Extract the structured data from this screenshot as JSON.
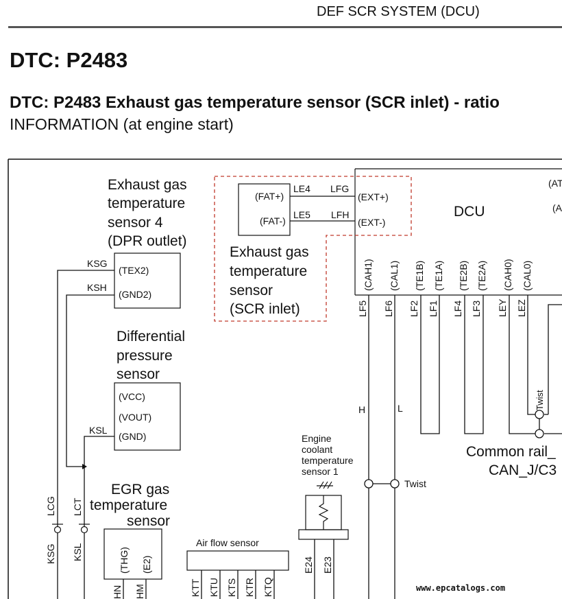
{
  "header": {
    "system": "DEF SCR SYSTEM (DCU)"
  },
  "page": {
    "title": "DTC: P2483",
    "subtitle": "DTC: P2483 Exhaust gas temperature sensor (SCR inlet) - ratio",
    "info": "INFORMATION (at engine start)"
  },
  "dcu": {
    "name": "DCU",
    "edge_labels": [
      "(AT",
      "(A"
    ],
    "pins": [
      {
        "signal": "(CAH1)",
        "wire": "LF5"
      },
      {
        "signal": "(CAL1)",
        "wire": "LF6"
      },
      {
        "signal": "(TE1B)",
        "wire": "LF2"
      },
      {
        "signal": "(TE1A)",
        "wire": "LF1"
      },
      {
        "signal": "(TE2B)",
        "wire": "LF4"
      },
      {
        "signal": "(TE2A)",
        "wire": "LF3"
      },
      {
        "signal": "(CAH0)",
        "wire": "LEY"
      },
      {
        "signal": "(CAL0)",
        "wire": "LEZ"
      }
    ]
  },
  "scr_sensor": {
    "label": [
      "Exhaust gas",
      "temperature",
      "sensor",
      "(SCR inlet)"
    ],
    "pins": [
      "(FAT+)",
      "(FAT-)"
    ],
    "wires_left": [
      "LE4",
      "LE5"
    ],
    "wires_right": [
      "LFG",
      "LFH"
    ],
    "dcu_pins": [
      "(EXT+)",
      "(EXT-)"
    ]
  },
  "sensor4": {
    "label": [
      "Exhaust gas",
      "temperature",
      "sensor 4",
      "(DPR outlet)"
    ],
    "pins": [
      "(TEX2)",
      "(GND2)"
    ],
    "wires": [
      "KSG",
      "KSH"
    ]
  },
  "diff_sensor": {
    "label": [
      "Differential",
      "pressure",
      "sensor"
    ],
    "pins": [
      "(VCC)",
      "(VOUT)",
      "(GND)"
    ],
    "wire": "KSL"
  },
  "egr_sensor": {
    "label": [
      "EGR gas",
      "temperature",
      "sensor"
    ],
    "pins": [
      "(THG)",
      "(E2)"
    ],
    "wires": [
      "HN",
      "HM"
    ]
  },
  "airflow_sensor": {
    "label": "Air flow sensor",
    "wires": [
      "KTT",
      "KTU",
      "KTS",
      "KTR",
      "KTQ"
    ]
  },
  "coolant_sensor": {
    "label": [
      "Engine",
      "coolant",
      "temperature",
      "sensor 1"
    ],
    "wires": [
      "E24",
      "E23"
    ]
  },
  "can": {
    "high": "H",
    "low": "L",
    "twist": "Twist",
    "twist2": "Twist",
    "label": [
      "Common rail_",
      "CAN_J/C3"
    ]
  },
  "left_wires": {
    "vertical": [
      "LCG",
      "LCT"
    ],
    "bottom": [
      "KSG",
      "KSL"
    ]
  },
  "watermark": "www.epcatalogs.com"
}
